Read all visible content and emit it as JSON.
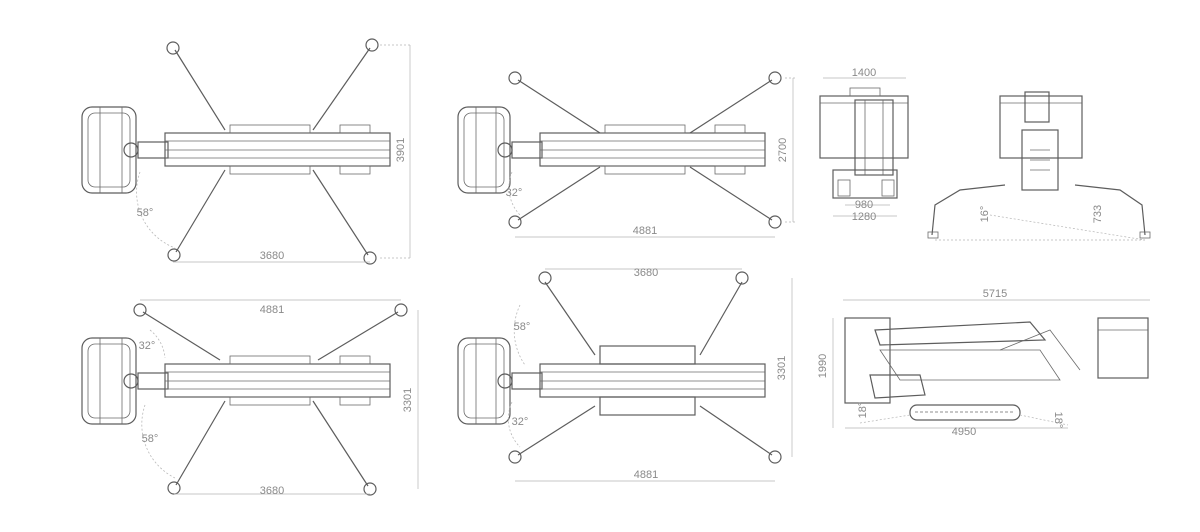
{
  "colors": {
    "line": "#5d5d5d",
    "dimension": "#b5b5b5",
    "text": "#8a8a8a",
    "background": "#ffffff"
  },
  "views": {
    "top_left_plan": {
      "overall_width": "3901",
      "outrigger_span": "3680",
      "angle": "58°"
    },
    "top_mid_plan": {
      "overall_width": "2700",
      "outrigger_span": "4881",
      "angle": "32°"
    },
    "front_view": {
      "platform_width": "1400",
      "track_gauge": "980",
      "machine_width": "1280"
    },
    "rear_view": {
      "slope_angle": "16°",
      "height": "733"
    },
    "bottom_left_plan": {
      "outrigger_span_top": "4881",
      "overall_width": "3301",
      "outrigger_span_bottom": "3680",
      "angle_front": "32°",
      "angle_rear": "58°"
    },
    "bottom_mid_plan": {
      "outrigger_span_top": "3680",
      "overall_width": "3301",
      "outrigger_span_bottom": "4881",
      "angle_rear": "58°",
      "angle_front": "32°"
    },
    "side_view": {
      "length": "5715",
      "height": "1990",
      "wheelbase": "4950",
      "approach_angle": "18°",
      "departure_angle": "18°"
    }
  }
}
